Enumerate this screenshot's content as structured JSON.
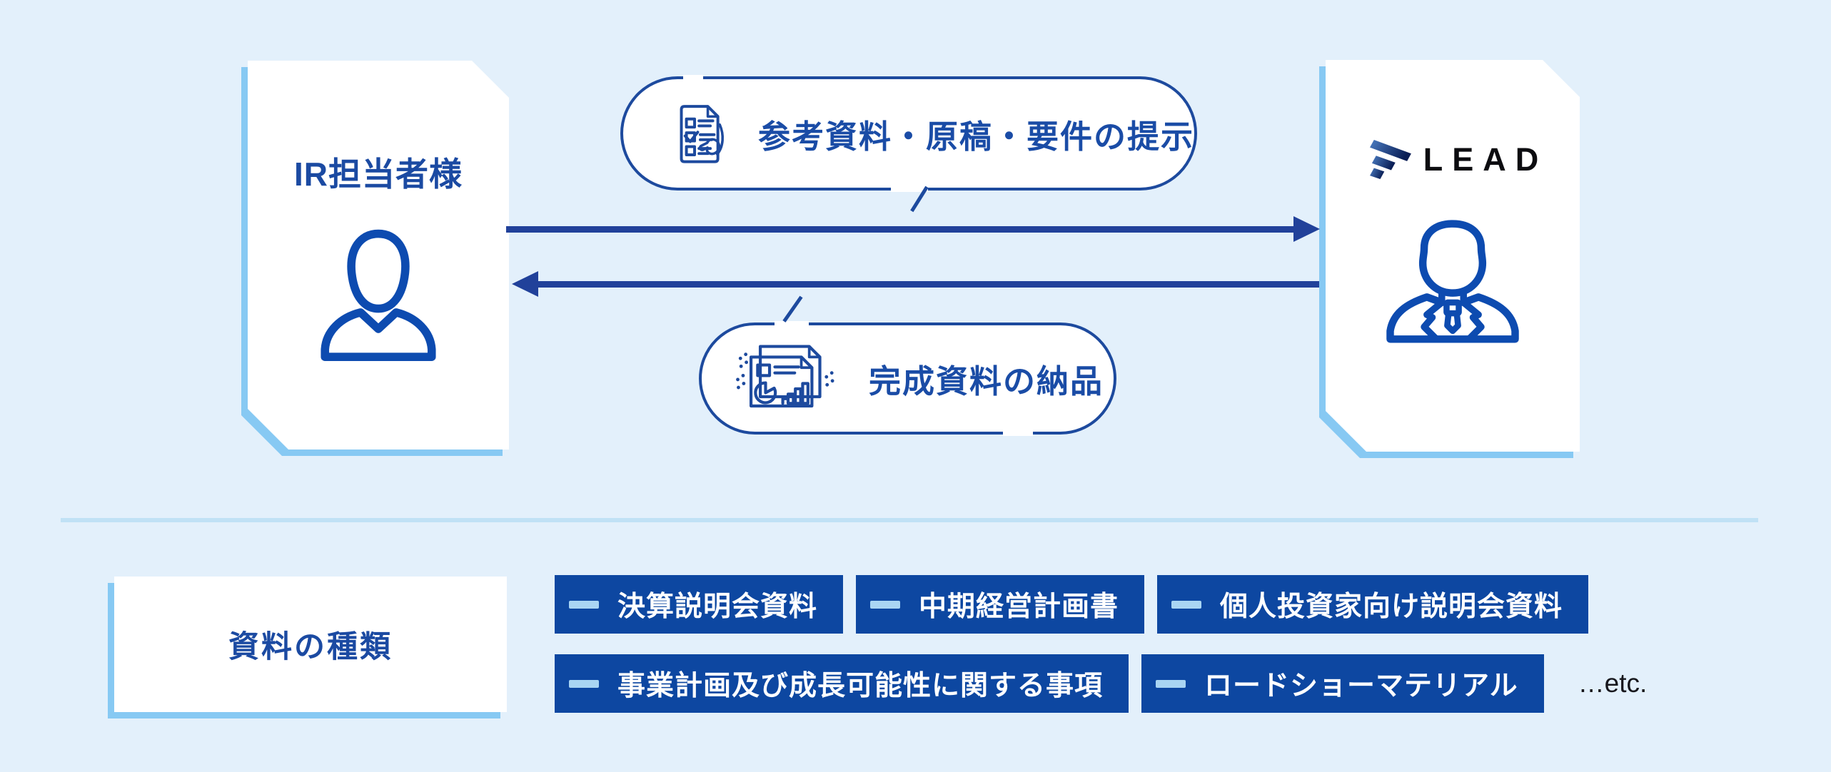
{
  "flow": {
    "ir_card": {
      "title": "IR担当者様"
    },
    "lead_card": {
      "brand": "LEAD"
    },
    "request_bubble": {
      "label": "参考資料・原稿・要件の提示"
    },
    "delivery_bubble": {
      "label": "完成資料の納品"
    }
  },
  "materials": {
    "title": "資料の種類",
    "row1": [
      "決算説明会資料",
      "中期経営計画書",
      "個人投資家向け説明会資料"
    ],
    "row2": [
      "事業計画及び成長可能性に関する事項",
      "ロードショーマテリアル"
    ],
    "etc": "…etc."
  },
  "colors": {
    "background": "#E3F0FB",
    "card_accent": "#87C9F3",
    "navy_line": "#21419A",
    "bubble_border": "#1D4A9E",
    "badge_blue": "#0D47A1",
    "badge_dash": "#A9D5F3",
    "text_blue": "#1B4AA2",
    "divider": "#C0E1F5",
    "logo_black": "#0C0C10"
  }
}
